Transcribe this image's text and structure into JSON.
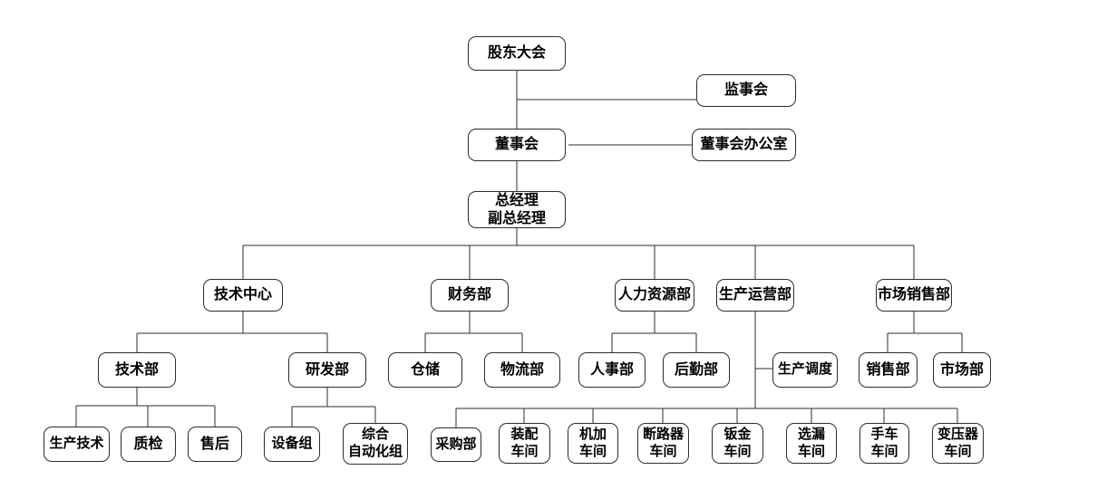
{
  "diagram": {
    "type": "org-chart",
    "background_color": "#ffffff",
    "line_color": "#2d2d2d",
    "box_border_color": "#2d2d2d",
    "text_color": "#000000"
  },
  "nodes": {
    "shareholders_meeting": "股东大会",
    "supervisory_board": "监事会",
    "board_of_directors": "董事会",
    "board_office": "董事会办公室",
    "general_manager": "总经理\n副总经理",
    "tech_center": "技术中心",
    "finance_dept": "财务部",
    "hr_dept": "人力资源部",
    "production_ops_dept": "生产运营部",
    "marketing_sales_dept": "市场销售部",
    "tech_dept": "技术部",
    "rnd_dept": "研发部",
    "warehouse": "仓储",
    "logistics_dept": "物流部",
    "personnel_dept": "人事部",
    "support_dept": "后勤部",
    "production_dispatch": "生产调度",
    "sales_dept": "销售部",
    "market_dept": "市场部",
    "production_tech": "生产技术",
    "quality_inspection": "质检",
    "after_sales": "售后",
    "equipment_group": "设备组",
    "integrated_automation_group": "综合\n自动化组",
    "purchasing_dept": "采购部",
    "assembly_workshop": "装配\n车间",
    "machining_workshop": "机加\n车间",
    "circuit_breaker_workshop": "断路器\n车间",
    "sheet_metal_workshop": "钣金\n车间",
    "leak_test_workshop": "选漏\n车间",
    "handcart_workshop": "手车\n车间",
    "transformer_workshop": "变压器\n车间"
  },
  "hierarchy": [
    {
      "parent": "shareholders_meeting",
      "side": [
        "supervisory_board"
      ],
      "children": [
        "board_of_directors"
      ]
    },
    {
      "parent": "board_of_directors",
      "side": [
        "board_office"
      ],
      "children": [
        "general_manager"
      ]
    },
    {
      "parent": "general_manager",
      "children": [
        "tech_center",
        "finance_dept",
        "hr_dept",
        "production_ops_dept",
        "marketing_sales_dept"
      ]
    },
    {
      "parent": "tech_center",
      "children": [
        "tech_dept",
        "rnd_dept"
      ]
    },
    {
      "parent": "tech_dept",
      "children": [
        "production_tech",
        "quality_inspection",
        "after_sales"
      ]
    },
    {
      "parent": "rnd_dept",
      "children": [
        "equipment_group",
        "integrated_automation_group"
      ]
    },
    {
      "parent": "finance_dept",
      "children": [
        "warehouse",
        "logistics_dept"
      ]
    },
    {
      "parent": "hr_dept",
      "children": [
        "personnel_dept",
        "support_dept"
      ]
    },
    {
      "parent": "production_ops_dept",
      "side": [
        "production_dispatch"
      ],
      "children": [
        "purchasing_dept",
        "assembly_workshop",
        "machining_workshop",
        "circuit_breaker_workshop",
        "sheet_metal_workshop",
        "leak_test_workshop",
        "handcart_workshop",
        "transformer_workshop"
      ]
    },
    {
      "parent": "marketing_sales_dept",
      "children": [
        "sales_dept",
        "market_dept"
      ]
    }
  ]
}
